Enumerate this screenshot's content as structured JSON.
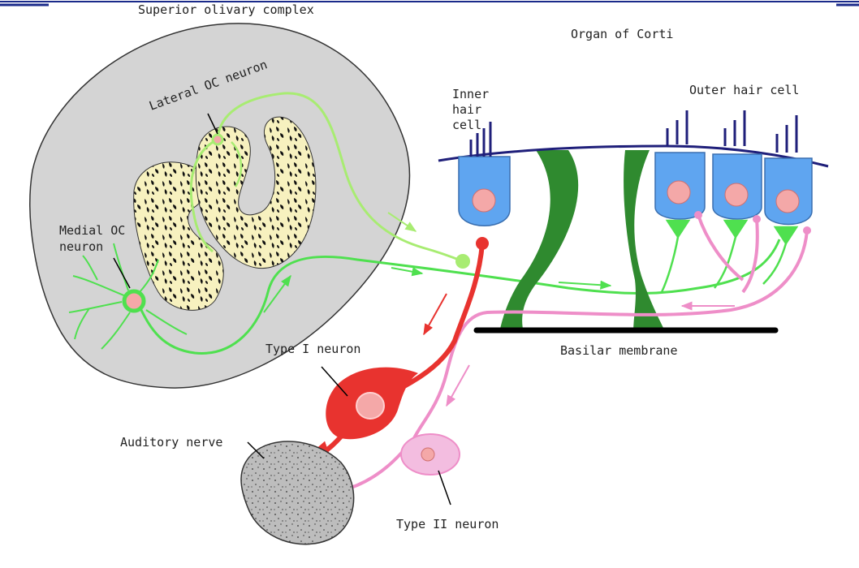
{
  "labels": {
    "superior_olivary_complex": "Superior olivary complex",
    "organ_of_corti": "Organ of Corti",
    "lateral_oc_neuron": "Lateral OC neuron",
    "medial_oc_neuron_line1": "Medial OC",
    "medial_oc_neuron_line2": "neuron",
    "inner_hair_cell_line1": "Inner",
    "inner_hair_cell_line2": "hair",
    "inner_hair_cell_line3": "cell",
    "outer_hair_cell": "Outer hair cell",
    "basilar_membrane": "Basilar membrane",
    "type_i_neuron": "Type I neuron",
    "type_ii_neuron": "Type II neuron",
    "auditory_nerve": "Auditory nerve"
  },
  "colors": {
    "soc_fill": "#d4d4d4",
    "nucleus_fill": "#f7f1bf",
    "lateral_fiber": "#a8ec72",
    "medial_fiber": "#4fe04f",
    "pillar": "#2f8a2f",
    "hair_cell": "#5fa5f0",
    "hair_cell_nucleus": "#f4a8a8",
    "stereocilia": "#1f1f7a",
    "type_i": "#e8332f",
    "type_ii": "#ee8ec8",
    "nerve_fill": "#bdbdbd",
    "basilar": "#000000"
  }
}
